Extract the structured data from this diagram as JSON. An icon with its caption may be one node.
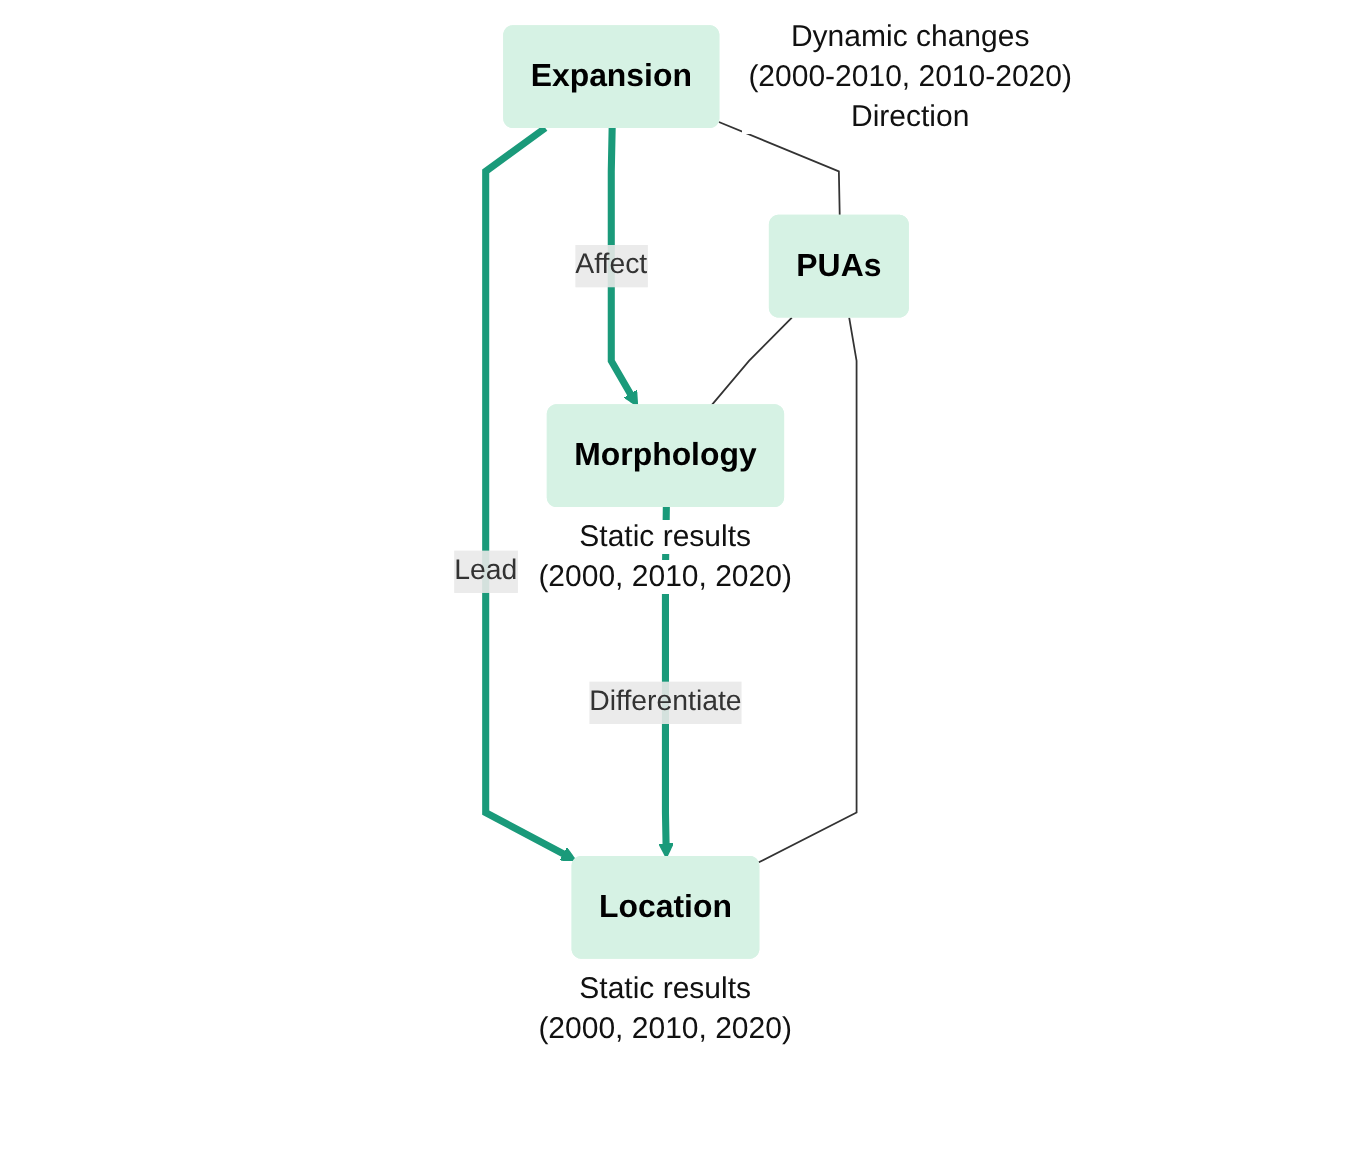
{
  "diagram": {
    "nodes": [
      {
        "text": [
          "Expansion"
        ],
        "beside": [
          "Dynamic changes",
          "(2000-2010, 2010-2020)",
          "Direction"
        ]
      },
      {
        "text": [
          "PUAs"
        ]
      },
      {
        "text": [
          "Location"
        ],
        "beside": [
          "Static results",
          "(2000, 2010, 2020)"
        ]
      },
      {
        "text": [
          "Morphology"
        ],
        "beside": [
          "Static results",
          "(2000, 2010, 2020)"
        ]
      }
    ],
    "edges": [
      {
        "from": 0,
        "to": 2,
        "arrow": "to",
        "label": "Lead",
        "style": "thick",
        "color": "#1a9a7a"
      },
      {
        "from": 0,
        "to": 3,
        "arrow": "to",
        "label": "Affect",
        "style": "thick",
        "color": "#1a9a7a"
      },
      {
        "from": 3,
        "to": 2,
        "arrow": "to",
        "label": "Differentiate",
        "style": "thick",
        "color": "#1a9a7a"
      },
      {
        "from": 0,
        "to": 1,
        "arrow": "none",
        "color": "#333333"
      },
      {
        "from": 1,
        "to": 2,
        "arrow": "none",
        "color": "#333333"
      },
      {
        "from": 1,
        "to": 3,
        "arrow": "none",
        "color": "#333333"
      }
    ]
  }
}
